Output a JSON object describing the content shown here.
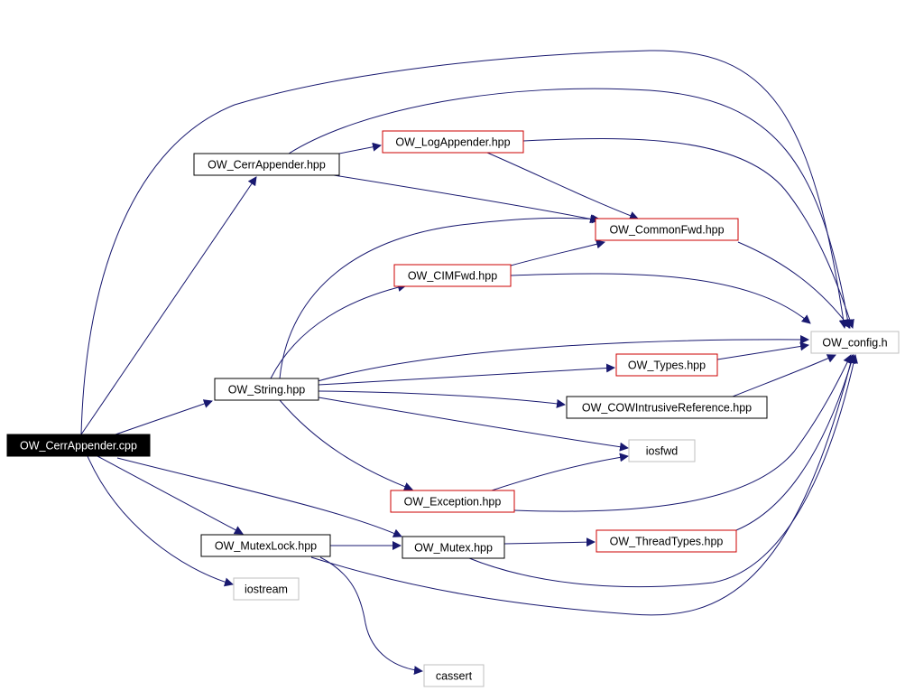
{
  "nodes": [
    {
      "id": "cpp",
      "label": "OW_CerrAppender.cpp",
      "style": "root"
    },
    {
      "id": "cerrhpp",
      "label": "OW_CerrAppender.hpp",
      "style": "black"
    },
    {
      "id": "logapp",
      "label": "OW_LogAppender.hpp",
      "style": "red"
    },
    {
      "id": "commonfwd",
      "label": "OW_CommonFwd.hpp",
      "style": "red"
    },
    {
      "id": "cimfwd",
      "label": "OW_CIMFwd.hpp",
      "style": "red"
    },
    {
      "id": "config",
      "label": "OW_config.h",
      "style": "gray"
    },
    {
      "id": "types",
      "label": "OW_Types.hpp",
      "style": "red"
    },
    {
      "id": "string",
      "label": "OW_String.hpp",
      "style": "black"
    },
    {
      "id": "cowref",
      "label": "OW_COWIntrusiveReference.hpp",
      "style": "black"
    },
    {
      "id": "iosfwd",
      "label": "iosfwd",
      "style": "gray"
    },
    {
      "id": "exception",
      "label": "OW_Exception.hpp",
      "style": "red"
    },
    {
      "id": "mutexlock",
      "label": "OW_MutexLock.hpp",
      "style": "black"
    },
    {
      "id": "mutex",
      "label": "OW_Mutex.hpp",
      "style": "black"
    },
    {
      "id": "threadtypes",
      "label": "OW_ThreadTypes.hpp",
      "style": "red"
    },
    {
      "id": "iostream",
      "label": "iostream",
      "style": "gray"
    },
    {
      "id": "cassert",
      "label": "cassert",
      "style": "gray"
    }
  ],
  "edges": [
    {
      "from": "cpp",
      "to": "cerrhpp"
    },
    {
      "from": "cpp",
      "to": "config"
    },
    {
      "from": "cpp",
      "to": "string"
    },
    {
      "from": "cpp",
      "to": "mutexlock"
    },
    {
      "from": "cpp",
      "to": "mutex"
    },
    {
      "from": "cpp",
      "to": "iostream"
    },
    {
      "from": "cerrhpp",
      "to": "logapp"
    },
    {
      "from": "cerrhpp",
      "to": "commonfwd"
    },
    {
      "from": "cerrhpp",
      "to": "config"
    },
    {
      "from": "logapp",
      "to": "commonfwd"
    },
    {
      "from": "logapp",
      "to": "config"
    },
    {
      "from": "commonfwd",
      "to": "config"
    },
    {
      "from": "cimfwd",
      "to": "commonfwd"
    },
    {
      "from": "cimfwd",
      "to": "config"
    },
    {
      "from": "types",
      "to": "config"
    },
    {
      "from": "string",
      "to": "cimfwd"
    },
    {
      "from": "string",
      "to": "commonfwd"
    },
    {
      "from": "string",
      "to": "config"
    },
    {
      "from": "string",
      "to": "types"
    },
    {
      "from": "string",
      "to": "cowref"
    },
    {
      "from": "string",
      "to": "iosfwd"
    },
    {
      "from": "string",
      "to": "exception"
    },
    {
      "from": "cowref",
      "to": "config"
    },
    {
      "from": "exception",
      "to": "iosfwd"
    },
    {
      "from": "exception",
      "to": "config"
    },
    {
      "from": "mutexlock",
      "to": "mutex"
    },
    {
      "from": "mutexlock",
      "to": "config"
    },
    {
      "from": "mutexlock",
      "to": "cassert"
    },
    {
      "from": "mutex",
      "to": "threadtypes"
    },
    {
      "from": "mutex",
      "to": "config"
    },
    {
      "from": "threadtypes",
      "to": "config"
    }
  ],
  "colors": {
    "edge": "#191970",
    "root_fill": "#000000",
    "root_text": "#ffffff",
    "black_border": "#000000",
    "red_border": "#cc0000",
    "gray_border": "#bfbfbf",
    "text": "#000000"
  }
}
